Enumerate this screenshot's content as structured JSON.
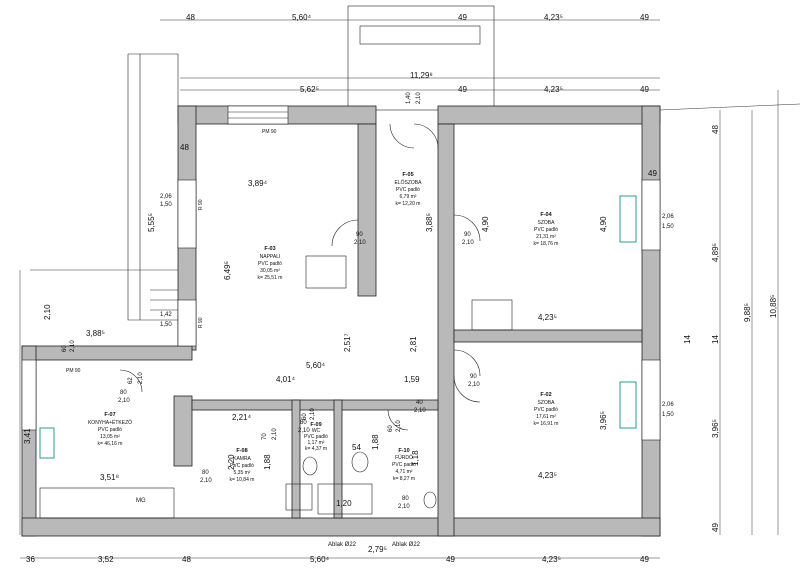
{
  "dimensions": {
    "top1": [
      "48",
      "5,60⁴",
      "49",
      "4,23⁵",
      "49"
    ],
    "top2_total": "11,29⁸",
    "top3": [
      "5,62⁵",
      "49",
      "4,23⁵",
      "49"
    ],
    "right": [
      "48",
      "4,89⁵",
      "14",
      "3,96⁵",
      "49"
    ],
    "right_total1": "9,88⁵",
    "right_total2": "10,88⁵",
    "bottom": [
      "36",
      "3,52",
      "48",
      "5,60⁴",
      "49",
      "4,23⁵",
      "49"
    ],
    "bottom_mid": "2,79⁵",
    "left": [
      "2,10",
      "3,41"
    ],
    "interior": {
      "d_389": "3,89⁴",
      "d_555": "5,55⁵",
      "d_649": "6,49⁵",
      "d_388a": "3,88⁵",
      "d_388b": "3,88⁵",
      "d_490a": "4,90",
      "d_490b": "4,90",
      "d_423a": "4,23⁵",
      "d_423b": "4,23⁵",
      "d_423c": "4,23⁵",
      "d_560": "5,60⁴",
      "d_401": "4,01⁴",
      "d_159": "1,59",
      "d_251": "2,51⁷",
      "d_281": "2,81",
      "d_396": "3,96⁵",
      "d_351": "3,51⁸",
      "d_221": "2,21⁴",
      "d_220": "2,20",
      "d_188a": "1,88",
      "d_188b": "1,88",
      "d_118": "1,18",
      "d_120": "1,20",
      "d_54": "54",
      "d_14": "14",
      "d_48": "48",
      "d_49": "49"
    }
  },
  "openings": {
    "pm_top": "PM 90",
    "pm_left": "PM 90",
    "w_206_150_a": [
      "2,06",
      "1,50"
    ],
    "w_142_150": [
      "1,42",
      "1,50"
    ],
    "w_206_150_b": [
      "2,06",
      "1,50"
    ],
    "w_206_150_c": [
      "2,06",
      "1,50"
    ],
    "r90a": "R 90",
    "r90b": "R 90",
    "door_90_210": [
      "90",
      "2,10"
    ],
    "door_140_210": [
      "1,40",
      "2,10"
    ],
    "door_a": [
      "90",
      "2,10"
    ],
    "door_b": [
      "90",
      "2,10"
    ],
    "door_c": [
      "62",
      "2,10"
    ],
    "door_d": [
      "80",
      "2,10"
    ],
    "door_e": [
      "80",
      "2,10"
    ],
    "door_f": [
      "80",
      "2,10"
    ],
    "door_g": [
      "60",
      "2,10"
    ],
    "door_h": [
      "70",
      "2,10"
    ],
    "door_i": [
      "60",
      "2,10"
    ],
    "door_j": [
      "60",
      "2,10"
    ],
    "door_k": [
      "80",
      "2,10"
    ],
    "door_l": [
      "40",
      "2,10"
    ],
    "ablak1": "Ablak Ø22",
    "ablak2": "Ablak Ø22"
  },
  "rooms": [
    {
      "id": "F-03",
      "name": "NAPPALI",
      "floor": "PVC padló",
      "area": "30,05 m²",
      "perim": "k= 25,51 m"
    },
    {
      "id": "F-05",
      "name": "ELŐSZOBA",
      "floor": "PVC padló",
      "area": "6,79 m²",
      "perim": "k= 12,20 m"
    },
    {
      "id": "F-04",
      "name": "SZOBA",
      "floor": "PVC padló",
      "area": "21,31 m²",
      "perim": "k= 18,76 m"
    },
    {
      "id": "F-02",
      "name": "SZOBA",
      "floor": "PVC padló",
      "area": "17,61 m²",
      "perim": "k= 16,91 m"
    },
    {
      "id": "F-07",
      "name": "KONYHA+ÉTKEZŐ",
      "floor": "PVC padló",
      "area": "13,05 m²",
      "perim": "k= 46,16 m"
    },
    {
      "id": "F-08",
      "name": "KAMRA",
      "floor": "PVC padló",
      "area": "5,35 m²",
      "perim": "k= 10,84 m"
    },
    {
      "id": "F-09",
      "name": "WC",
      "floor": "PVC padló",
      "area": "1,17 m²",
      "perim": "k= 4,37 m"
    },
    {
      "id": "F-10",
      "name": "FÜRDŐ",
      "floor": "PVC padló",
      "area": "4,71 m²",
      "perim": "k= 8,27 m"
    }
  ],
  "labels": {
    "mg": "MG"
  },
  "colors": {
    "wall": "#b9b9b9",
    "line": "#222222",
    "radiator": "#2a9d8f"
  }
}
